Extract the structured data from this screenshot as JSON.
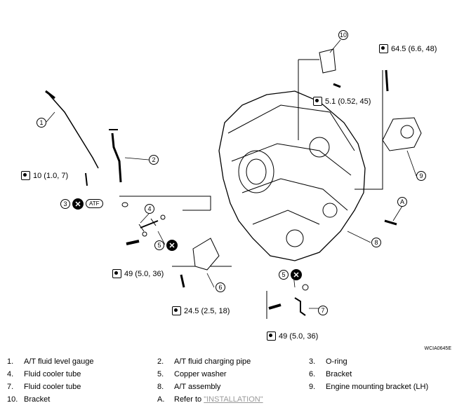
{
  "torques": {
    "t64": "64.5 (6.6, 48)",
    "t51": "5.1 (0.52, 45)",
    "t10": "10 (1.0, 7)",
    "t49a": "49 (5.0, 36)",
    "t245": "24.5 (2.5, 18)",
    "t49b": "49 (5.0, 36)"
  },
  "callouts": {
    "c1": "1",
    "c2": "2",
    "c3": "3",
    "c4": "4",
    "c5a": "5",
    "c5b": "5",
    "c6": "6",
    "c7": "7",
    "c8": "8",
    "c9": "9",
    "c10": "10",
    "cA": "A"
  },
  "atf_label": "ATF",
  "drawing_code": "WCIA0645E",
  "legend": [
    {
      "num": "1.",
      "label": "A/T fluid level gauge"
    },
    {
      "num": "2.",
      "label": "A/T fluid charging pipe"
    },
    {
      "num": "3.",
      "label": "O-ring"
    },
    {
      "num": "4.",
      "label": "Fluid cooler tube"
    },
    {
      "num": "5.",
      "label": "Copper washer"
    },
    {
      "num": "6.",
      "label": "Bracket"
    },
    {
      "num": "7.",
      "label": "Fluid cooler tube"
    },
    {
      "num": "8.",
      "label": "A/T assembly"
    },
    {
      "num": "9.",
      "label": "Engine mounting bracket (LH)"
    },
    {
      "num": "10.",
      "label": "Bracket"
    },
    {
      "num": "A.",
      "label": "Refer to",
      "link": "\"INSTALLATION\""
    }
  ]
}
